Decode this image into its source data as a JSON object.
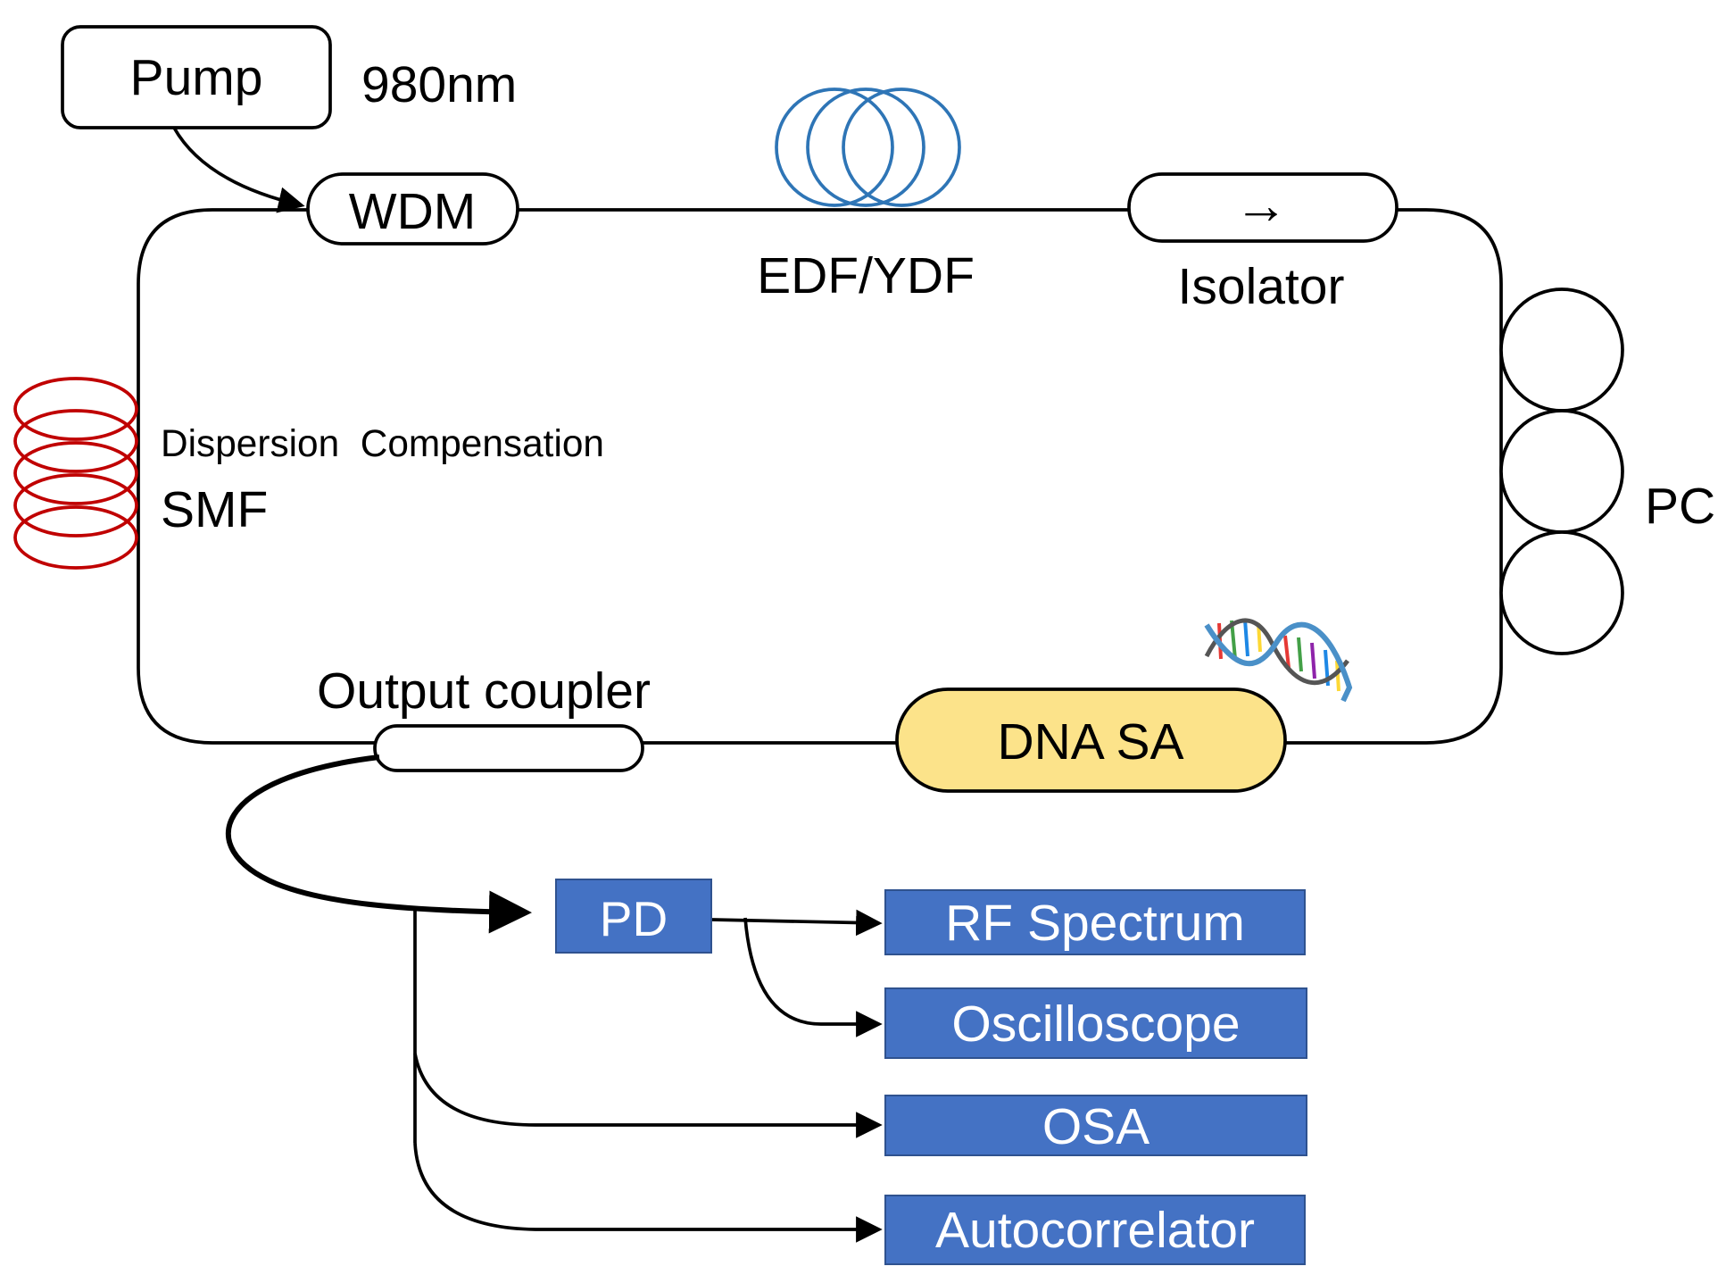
{
  "colors": {
    "line": "#000000",
    "edf_coil": "#2E75B6",
    "smf_coil": "#C00000",
    "sa_fill": "#FCE38A",
    "box_fill": "#4472C4",
    "box_border": "#2F528F",
    "box_text": "#FFFFFF"
  },
  "labels": {
    "pump": "Pump",
    "pump_wavelength": "980nm",
    "wdm": "WDM",
    "gain_fiber": "EDF/YDF",
    "isolator": "Isolator",
    "isolator_arrow": "→",
    "polarization_controller": "PC",
    "dispersion_compensation": "Dispersion  Compensation",
    "smf": "SMF",
    "output_coupler": "Output coupler",
    "saturable_absorber": "DNA SA"
  },
  "icons": {
    "gain_coil": "fiber-coil-icon",
    "smf_coil": "fiber-coil-icon",
    "pc": "polarization-controller-icon",
    "dna": "dna-helix-icon"
  },
  "instruments": {
    "pd": "PD",
    "rf_spectrum": "RF Spectrum",
    "oscilloscope": "Oscilloscope",
    "osa": "OSA",
    "autocorrelator": "Autocorrelator"
  }
}
